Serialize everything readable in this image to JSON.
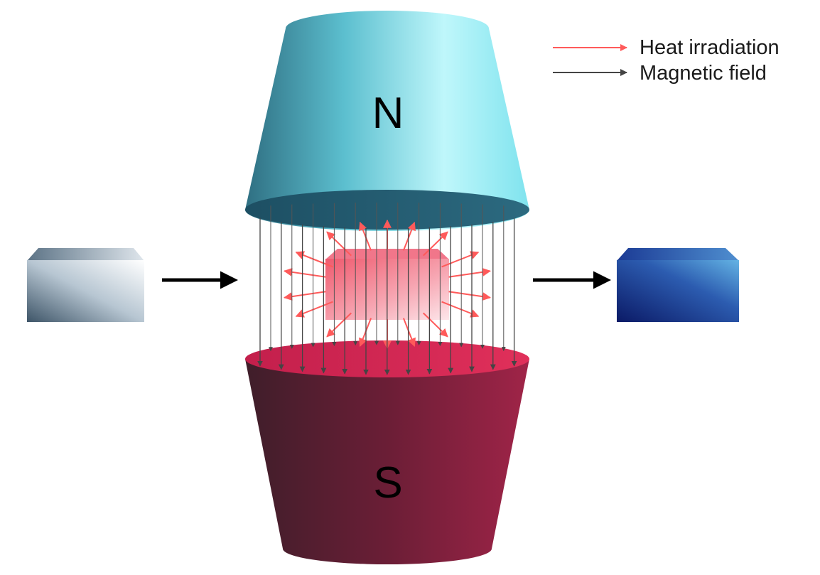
{
  "legend": {
    "heat": {
      "label": "Heat irradiation",
      "color": "#ff5a5a"
    },
    "field": {
      "label": "Magnetic field",
      "color": "#444444"
    }
  },
  "magnet": {
    "north": {
      "label": "N",
      "color": "#7fe3ee"
    },
    "south": {
      "label": "S",
      "color": "#8c1c3e"
    }
  },
  "material": {
    "input_color": "#c9d5de",
    "sample_color": "#f7a8b4",
    "output_color": "#1e3f9e"
  },
  "flow_arrow_color": "#000000"
}
